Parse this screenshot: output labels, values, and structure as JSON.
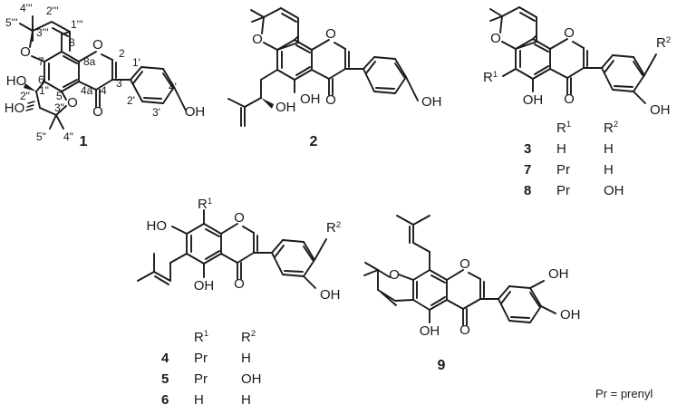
{
  "figure": {
    "background": "#ffffff",
    "ink": "#1a1a1a",
    "footnote": "Pr = prenyl"
  },
  "compounds": [
    {
      "id": "compound-1",
      "number": "1",
      "atom_labels": [
        "HO",
        "HO",
        "O",
        "O",
        "O",
        "O",
        "O",
        "OH"
      ],
      "locants": [
        "4'''",
        "2'''",
        "5'''",
        "3'''",
        "1'''",
        "8",
        "8a",
        "7",
        "6",
        "5",
        "4a",
        "4",
        "3",
        "2",
        "1'",
        "2'",
        "3'",
        "4'",
        "1\"",
        "2\"",
        "3\"",
        "4\"",
        "5\""
      ]
    },
    {
      "id": "compound-2",
      "number": "2",
      "atom_labels": [
        "O",
        "O",
        "O",
        "OH",
        "OH",
        "OH"
      ]
    },
    {
      "id": "compound-3-7-8",
      "number": "",
      "atom_labels": [
        "O",
        "O",
        "O",
        "OH",
        "OH"
      ],
      "r_labels": [
        "R",
        "R"
      ],
      "r_sups": [
        "1",
        "2"
      ]
    },
    {
      "id": "compound-4-5-6",
      "number": "",
      "atom_labels": [
        "HO",
        "O",
        "O",
        "OH",
        "OH"
      ],
      "r_labels": [
        "R",
        "R"
      ],
      "r_sups": [
        "1",
        "2"
      ]
    },
    {
      "id": "compound-9",
      "number": "9",
      "atom_labels": [
        "O",
        "O",
        "O",
        "OH",
        "OH",
        "OH"
      ]
    }
  ],
  "table_378": {
    "name": "r-group-table-378",
    "headers": [
      "R",
      "R"
    ],
    "header_sups": [
      "1",
      "2"
    ],
    "rows": [
      {
        "number": "3",
        "r1": "H",
        "r2": "H"
      },
      {
        "number": "7",
        "r1": "Pr",
        "r2": "H"
      },
      {
        "number": "8",
        "r1": "Pr",
        "r2": "OH"
      }
    ]
  },
  "table_456": {
    "name": "r-group-table-456",
    "headers": [
      "R",
      "R"
    ],
    "header_sups": [
      "1",
      "2"
    ],
    "rows": [
      {
        "number": "4",
        "r1": "Pr",
        "r2": "H"
      },
      {
        "number": "5",
        "r1": "Pr",
        "r2": "OH"
      },
      {
        "number": "6",
        "r1": "H",
        "r2": "H"
      }
    ]
  }
}
